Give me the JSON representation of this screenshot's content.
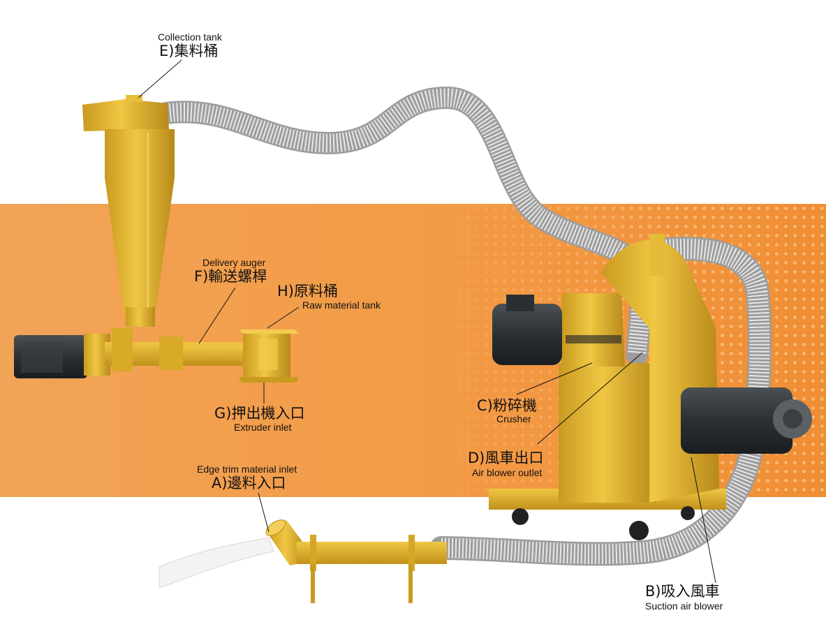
{
  "labels": {
    "A": {
      "zh": "A)邊料入口",
      "en": "Edge trim material inlet"
    },
    "B": {
      "zh": "B)吸入風車",
      "en": "Suction air blower"
    },
    "C": {
      "zh": "C)粉碎機",
      "en": "Crusher"
    },
    "D": {
      "zh": "D)風車出口",
      "en": "Air blower outlet"
    },
    "E": {
      "zh": "E)集料桶",
      "en": "Collection tank"
    },
    "F": {
      "zh": "F)輸送螺桿",
      "en": "Delivery auger"
    },
    "G": {
      "zh": "G)押出機入口",
      "en": "Extruder inlet"
    },
    "H": {
      "zh": "H)原料桶",
      "en": "Raw material tank"
    }
  },
  "colors": {
    "machine_yellow": "#e3b42c",
    "machine_shadow": "#b8891a",
    "motor_dark": "#2f3336",
    "hose": "#dcdcdc",
    "band_orange": "#f39a45"
  }
}
